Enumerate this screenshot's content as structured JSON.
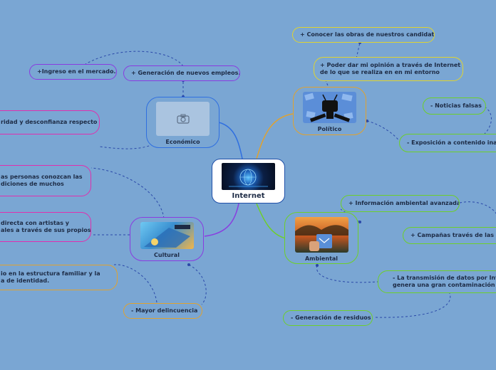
{
  "center": {
    "label": "Internet"
  },
  "colors": {
    "economico": "#2f6fe0",
    "cultural": "#8a3be0",
    "politico": "#e0a22f",
    "ambiental": "#6dcf2a",
    "pink": "#e02fae",
    "connector": "#2a48a8"
  },
  "hubs": {
    "economico": {
      "label": "Económico",
      "icon": "camera-icon"
    },
    "cultural": {
      "label": "Cultural"
    },
    "politico": {
      "label": "Político"
    },
    "ambiental": {
      "label": "Ambiental"
    }
  },
  "nodes": {
    "ingreso": "+Ingreso en el mercado.",
    "generacion_empleos": "+ Generación de nuevos empleos.",
    "inseguridad": "ridad y desconfianza respecto a los",
    "personas_line1": "as personas conozcan las",
    "personas_line2": "diciones de muchos",
    "directa_line1": "directa con artistas y",
    "directa_line2": "ales a través de sus propios",
    "estructura_line1": "io en la estructura familiar y la",
    "estructura_line2": "a de identidad.",
    "delincuencia": "- Mayor delincuencia",
    "conocer_obras": "+ Conocer las obras de nuestros candidatos",
    "opinion_line1": "+ Poder dar mi opinión a través de Internet",
    "opinion_line2": "de lo que se realiza en en mi entorno",
    "noticias": "- Noticias falsas",
    "exposicion": "- Exposición a contenido inapro",
    "info_ambiental": "+ Información ambiental avanzada",
    "campanas": "+ Campañas  través de las red",
    "transmision_line1": "- La transmisión de datos por Internet",
    "transmision_line2": "genera una gran contaminación",
    "residuos": "-  Generación de residuos"
  }
}
